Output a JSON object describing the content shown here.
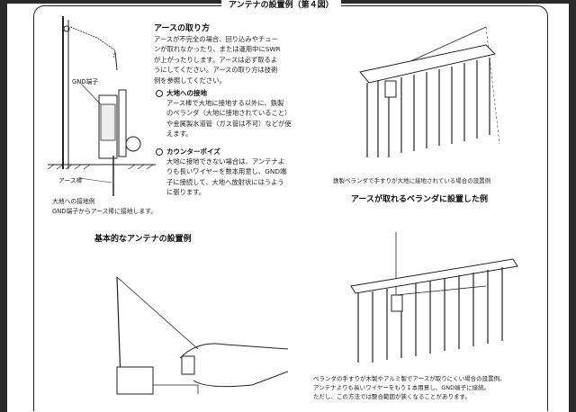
{
  "header": {
    "title": "アンテナの設置例（第４図）"
  },
  "earth": {
    "title": "アースの取り方",
    "body": [
      "アースが不完全の場合、回り込みやチュー",
      "ンが取れなかったり、または運用中にSWR",
      "が上がったりします。アースは必ず取るよ",
      "うにしてください。アースの取り方は技術",
      "例を参照してください。"
    ],
    "ground_title": "大地への接地",
    "ground_body": [
      "アース棒で大地に接地する以外に、鉄製",
      "のベランダ（大地に接地されていること）",
      "や金属製水道管（ガス管は不可）などが使",
      "えます。"
    ],
    "counterpoise_title": "カウンターポイズ",
    "counterpoise_body": [
      "大地に接地できない場合は、アンテナよ",
      "りも長いワイヤーを数本用意し、GND端",
      "子に接続して、大地へ放射状にはうよう",
      "に張ります。"
    ]
  },
  "fig1": {
    "gnd_label": "GND端子",
    "rod_label": "アース棒",
    "caption_title": "大地への接地例",
    "caption_body": "GND端子からアース棒に接地します。"
  },
  "fig2": {
    "caption": "鉄製ベランダで手すりが大地に接地されている場合の設置例"
  },
  "fig3": {
    "title": "アースが取れるベランダに設置した例"
  },
  "fig4": {
    "title": "基本的なアンテナの設置例"
  },
  "fig5": {
    "caption": [
      "ベランダの手すりが木製やアルミ製でアースが取りにくい場合の設置例。",
      "アンテナよりも長いワイヤーをもう１本用意し、GND端子に接続。",
      "ただし、この方法では整合範囲が狭くなることがあります。"
    ]
  }
}
